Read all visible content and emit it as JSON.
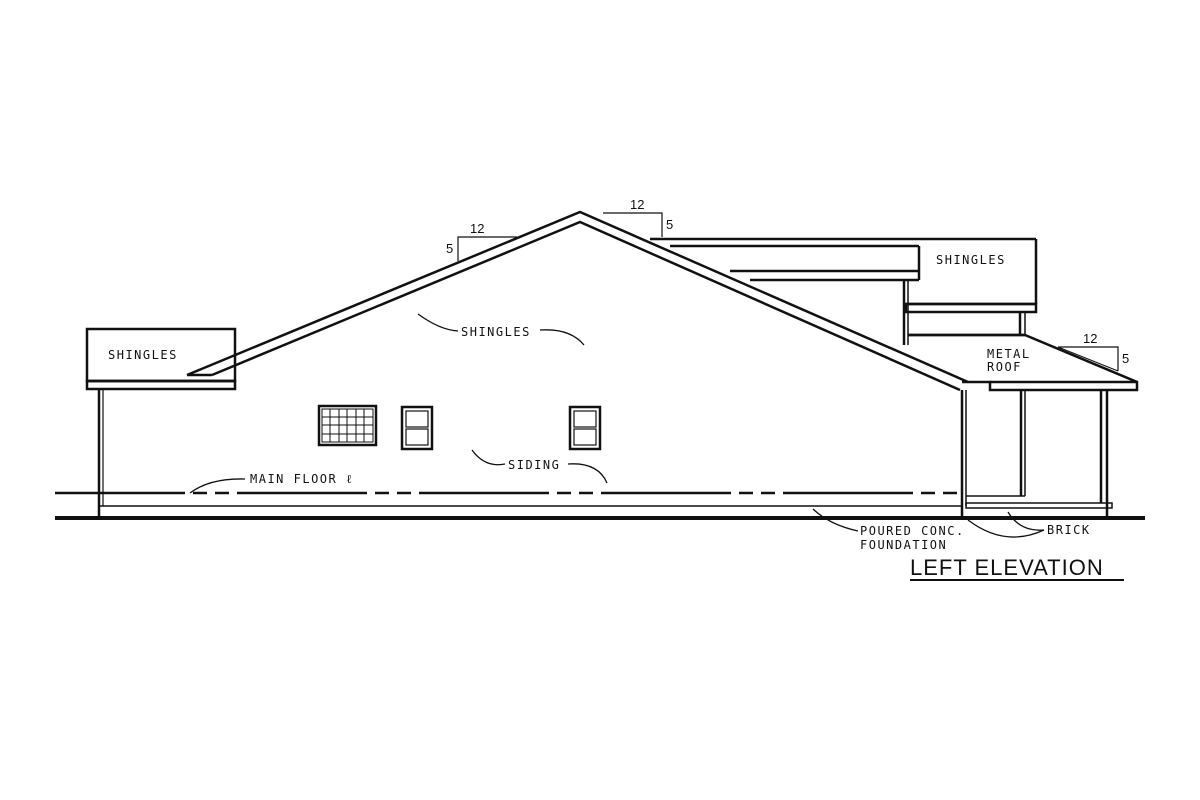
{
  "drawing": {
    "title": "LEFT ELEVATION",
    "stroke_color": "#111111",
    "background": "#ffffff"
  },
  "labels": {
    "shingles_left": "SHINGLES",
    "shingles_main": "SHINGLES",
    "shingles_right": "SHINGLES",
    "metal_roof_1": "METAL",
    "metal_roof_2": "ROOF",
    "siding": "SIDING",
    "main_floor": "MAIN FLOOR ℓ",
    "foundation_1": "POURED CONC.",
    "foundation_2": "FOUNDATION",
    "brick": "BRICK"
  },
  "pitch_markers": [
    {
      "run": "12",
      "rise": "5"
    },
    {
      "run": "12",
      "rise": "5"
    },
    {
      "run": "12",
      "rise": "5"
    }
  ]
}
